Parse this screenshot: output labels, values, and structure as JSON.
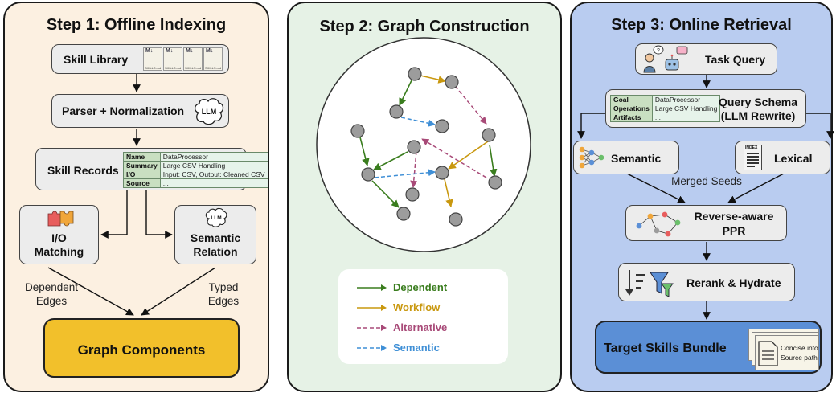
{
  "step1": {
    "title": "Step 1: Offline Indexing",
    "skill_library": "Skill Library",
    "md_badge": "M↓",
    "skills_file": "SKILLS.md",
    "parser": "Parser + Normalization",
    "llm_badge": "LLM",
    "skill_records": "Skill Records",
    "record_rows": [
      {
        "key": "Name",
        "value": "DataProcessor"
      },
      {
        "key": "Summary",
        "value": "Large CSV Handling"
      },
      {
        "key": "I/O",
        "value": "Input: CSV, Output: Cleaned CSV"
      },
      {
        "key": "Source",
        "value": "..."
      }
    ],
    "io_matching": [
      "I/O",
      "Matching"
    ],
    "semantic_relation": [
      "Semantic",
      "Relation"
    ],
    "dependent_edges": [
      "Dependent",
      "Edges"
    ],
    "typed_edges": [
      "Typed",
      "Edges"
    ],
    "graph_components": "Graph Components"
  },
  "step2": {
    "title": "Step 2: Graph Construction",
    "legend": [
      {
        "label": "Dependent",
        "color": "#3a7d1e",
        "dashed": false
      },
      {
        "label": "Workflow",
        "color": "#c9980f",
        "dashed": false
      },
      {
        "label": "Alternative",
        "color": "#a84a78",
        "dashed": true
      },
      {
        "label": "Semantic",
        "color": "#3f8fd6",
        "dashed": true
      }
    ]
  },
  "step3": {
    "title": "Step 3: Online Retrieval",
    "task_query": "Task Query",
    "query_schema": [
      "Query Schema",
      "(LLM Rewrite)"
    ],
    "schema_rows": [
      {
        "key": "Goal",
        "value": "DataProcessor"
      },
      {
        "key": "Operations",
        "value": "Large CSV Handling"
      },
      {
        "key": "Artifacts",
        "value": "..."
      }
    ],
    "semantic": "Semantic",
    "lexical": "Lexical",
    "index_badge": "INDEX",
    "merged_seeds": "Merged Seeds",
    "ppr": [
      "Reverse-aware",
      "PPR"
    ],
    "rerank": "Rerank & Hydrate",
    "bundle": "Target Skills Bundle",
    "bundle_doc": [
      "Concise info",
      "Source path"
    ]
  },
  "colors": {
    "panel1_bg": "#fcf0e1",
    "panel2_bg": "#e6f2e6",
    "panel3_bg": "#b9ccf0",
    "graph_components_bg": "#f2c02b",
    "bundle_bg": "#5b8fd6",
    "node_fill": "#9c9c9c",
    "dependent": "#3a7d1e",
    "workflow": "#c9980f",
    "alternative": "#a84a78",
    "semantic": "#3f8fd6"
  }
}
